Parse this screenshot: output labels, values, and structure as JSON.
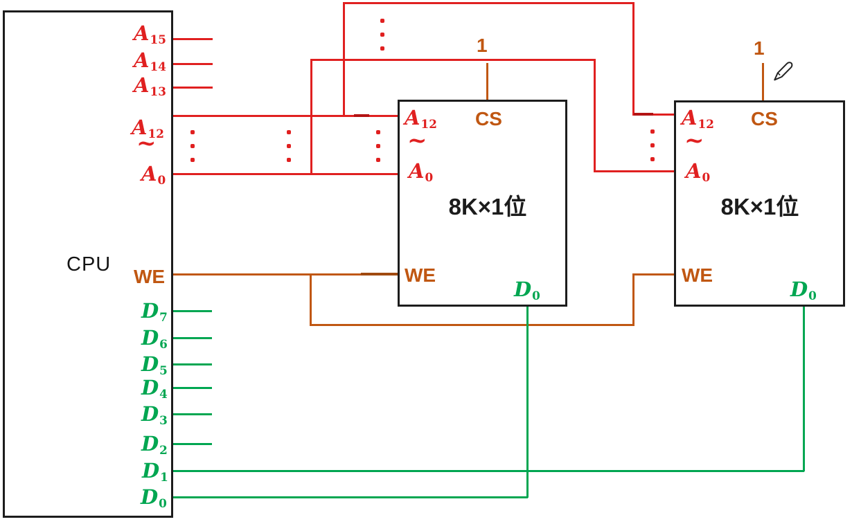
{
  "colors": {
    "address_red": "#e02020",
    "control_brown": "#c05712",
    "data_green": "#00a651",
    "outline_black": "#1c1c1c"
  },
  "cpu": {
    "label": "CPU",
    "address_pins": [
      {
        "base": "A",
        "sub": "15"
      },
      {
        "base": "A",
        "sub": "14"
      },
      {
        "base": "A",
        "sub": "13"
      },
      {
        "base": "A",
        "sub": "12"
      }
    ],
    "tilde": "~",
    "a0": {
      "base": "A",
      "sub": "0"
    },
    "we_label": "WE",
    "data_pins": [
      {
        "base": "D",
        "sub": "7"
      },
      {
        "base": "D",
        "sub": "6"
      },
      {
        "base": "D",
        "sub": "5"
      },
      {
        "base": "D",
        "sub": "4"
      },
      {
        "base": "D",
        "sub": "3"
      },
      {
        "base": "D",
        "sub": "2"
      },
      {
        "base": "D",
        "sub": "1"
      },
      {
        "base": "D",
        "sub": "0"
      }
    ]
  },
  "chips": [
    {
      "a_high": {
        "base": "A",
        "sub": "12"
      },
      "tilde": "~",
      "a_low": {
        "base": "A",
        "sub": "0"
      },
      "cs_label": "CS",
      "cs_value": "1",
      "capacity": "8K×1位",
      "we_label": "WE",
      "d0": {
        "base": "D",
        "sub": "0"
      }
    },
    {
      "a_high": {
        "base": "A",
        "sub": "12"
      },
      "tilde": "~",
      "a_low": {
        "base": "A",
        "sub": "0"
      },
      "cs_label": "CS",
      "cs_value": "1",
      "capacity": "8K×1位",
      "we_label": "WE",
      "d0": {
        "base": "D",
        "sub": "0"
      }
    }
  ]
}
